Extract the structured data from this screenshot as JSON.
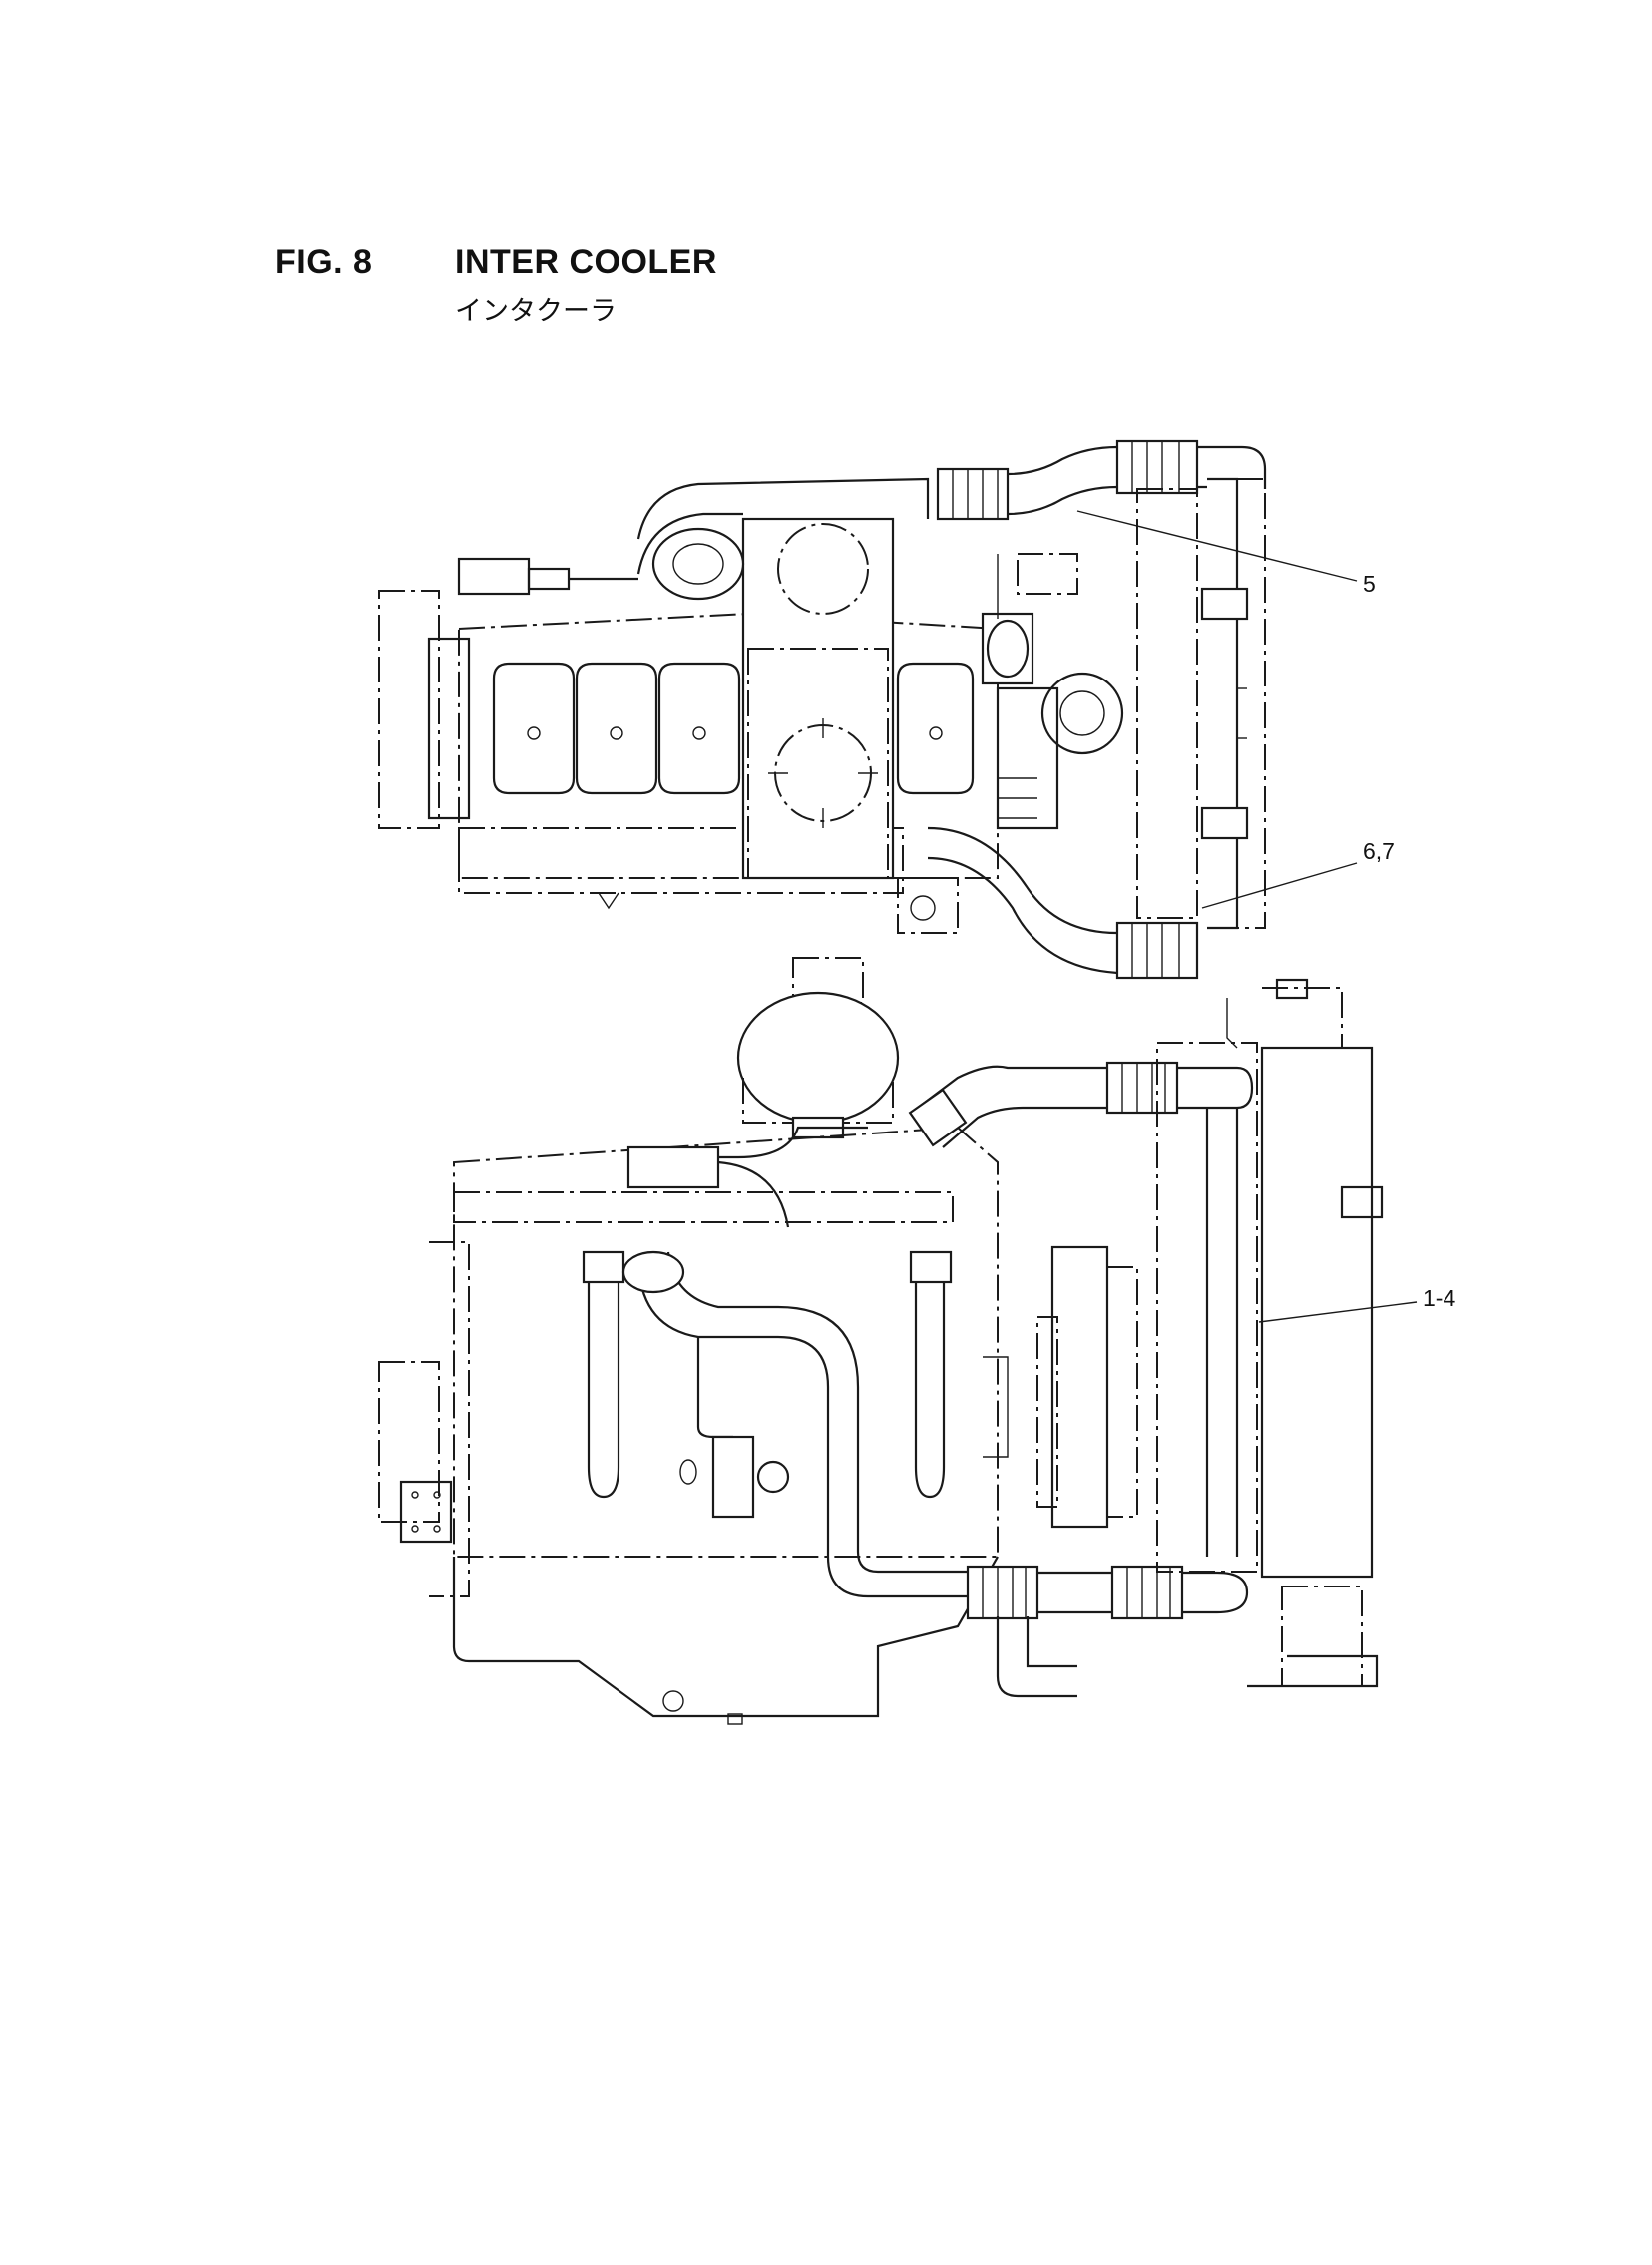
{
  "figure": {
    "number": "FIG. 8",
    "title": "INTER COOLER",
    "subtitle": "インタクーラ"
  },
  "callouts": [
    {
      "label": "5"
    },
    {
      "label": "6,7"
    },
    {
      "label": "1-4"
    }
  ]
}
